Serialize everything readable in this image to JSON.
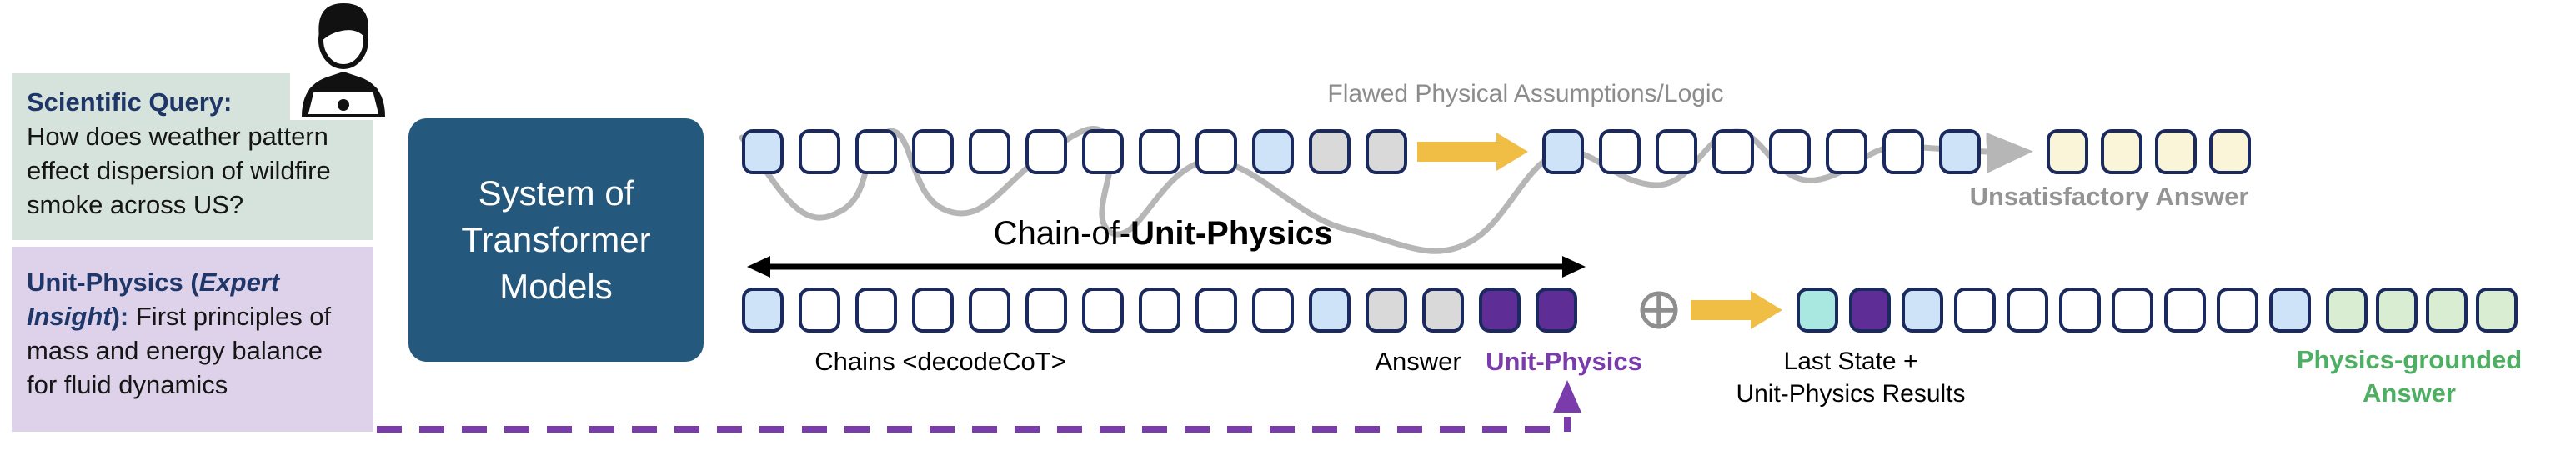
{
  "panels": {
    "query": {
      "title": "Scientific Query:",
      "body": "How does weather pattern effect dispersion of wildfire smoke across US?"
    },
    "insight": {
      "title_prefix": "Unit-Physics (",
      "title_italic": "Expert Insight",
      "title_suffix": "): ",
      "body": "First principles of mass and energy balance for fluid dynamics"
    }
  },
  "system_box": {
    "label": "System of Transformer Models"
  },
  "top_flow": {
    "flawed_label": "Flawed Physical Assumptions/Logic",
    "unsatisfactory_label": "Unsatisfactory Answer",
    "tokens_before_arrow": [
      "lightblue",
      "white",
      "white",
      "white",
      "white",
      "white",
      "white",
      "white",
      "white",
      "lightblue",
      "gray",
      "gray"
    ],
    "tokens_after_arrow": [
      "lightblue",
      "white",
      "white",
      "white",
      "white",
      "white",
      "white",
      "lightblue"
    ],
    "answer_tokens": [
      "cream",
      "cream",
      "cream",
      "cream"
    ]
  },
  "chain": {
    "title_regular": "Chain-of-",
    "title_bold": "Unit-Physics",
    "tokens": [
      "lightblue",
      "white",
      "white",
      "white",
      "white",
      "white",
      "white",
      "white",
      "white",
      "white",
      "lightblue",
      "gray",
      "gray",
      "purple",
      "purple"
    ],
    "chains_label": "Chains <decodeCoT>",
    "answer_label": "Answer",
    "unit_physics_label": "Unit-Physics"
  },
  "fusion": {
    "result_tokens": [
      "teal",
      "purple",
      "lightblue",
      "white",
      "white",
      "white",
      "white",
      "white",
      "white",
      "lightblue"
    ],
    "last_state_line1": "Last State +",
    "last_state_line2": "Unit-Physics Results",
    "answer_tokens": [
      "green",
      "green",
      "green",
      "green"
    ],
    "answer_label_line1": "Physics-grounded",
    "answer_label_line2": "Answer"
  },
  "colors": {
    "token_border": "#1a2a5e",
    "light_blue": "#cfe3f8",
    "gray": "#d9d9d9",
    "purple": "#5f2d96",
    "teal": "#a8e8e0",
    "cream": "#faf4d8",
    "green": "#d9edd3",
    "accent_yellow": "#f0bd45",
    "dashed_purple": "#7b3cab",
    "system_blue": "#24587c",
    "green_text": "#4daf62",
    "gray_text": "#8c8c8c",
    "navy_text": "#1e3668"
  }
}
